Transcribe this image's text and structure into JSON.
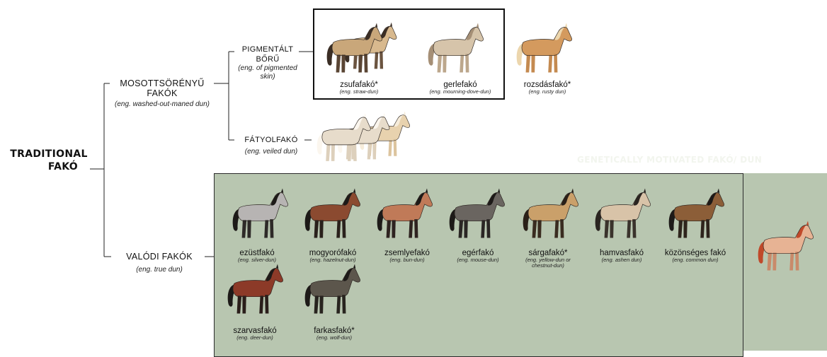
{
  "root": {
    "line1": "TRADITIONAL",
    "line2": "FAKÓ"
  },
  "washed": {
    "line1": "MOSOTTSÖRÉNYŰ",
    "line2": "FAKÓK",
    "sub": "(eng. washed-out-maned dun)"
  },
  "pigmented": {
    "line1": "PIGMENTÁLT",
    "line2": "BŐRŰ",
    "sub": "(eng. of pigmented skin)"
  },
  "veiled": {
    "label": "FÁTYOLFAKÓ",
    "sub": "(eng. veiled dun)"
  },
  "true_dun": {
    "label": "VALÓDI FAKÓK",
    "sub": "(eng. true dun)"
  },
  "genetic_title": "GENETICALLY MOTIVATED FAKÓ/ DUN",
  "pigmented_horses": [
    {
      "name": "zsufafakó*",
      "eng": "(eng. straw-dun)"
    },
    {
      "name": "gerlefakó",
      "eng": "(eng. mourning-dove-dun)"
    },
    {
      "name": "rozsdásfakó*",
      "eng": "(eng. rusty dun)"
    }
  ],
  "true_row1": [
    {
      "name": "ezüstfakó",
      "eng": "(eng. silver-dun)"
    },
    {
      "name": "mogyorófakó",
      "eng": "(eng. hazelnut-dun)"
    },
    {
      "name": "zsemlyefakó",
      "eng": "(eng. bun-dun)"
    },
    {
      "name": "egérfakó",
      "eng": "(eng. mouse-dun)"
    },
    {
      "name": "sárgafakó*",
      "eng": "(eng. yellow-dun or chestnut-dun)"
    },
    {
      "name": "hamvasfakó",
      "eng": "(eng. ashen dun)"
    },
    {
      "name": "közönséges fakó",
      "eng": "(eng. common dun)"
    }
  ],
  "true_row2": [
    {
      "name": "szarvasfakó",
      "eng": "(eng. deer-dun)"
    },
    {
      "name": "farkasfakó*",
      "eng": "(eng. wolf-dun)"
    }
  ],
  "colors": {
    "panel_green": "#b8c6b0",
    "straw_body": "#c9a77a",
    "straw_mane": "#3b2e25",
    "dove_body": "#d6c4aa",
    "dove_mane": "#a58f76",
    "rusty_body": "#d49a5e",
    "rusty_mane": "#e7cfa4",
    "veil_body": "#e7dccb",
    "veil_mane": "#fbf6ee",
    "silver_body": "#b7b4b3",
    "hazel_body": "#8b4a30",
    "bun_body": "#c07a58",
    "mouse_body": "#6a6560",
    "yellow_body": "#caa06a",
    "ashen_body": "#d8c3a8",
    "common_body": "#8c5e38",
    "deer_body": "#8c3a28",
    "wolf_body": "#5c564c",
    "red_body": "#e7b394",
    "red_mane": "#c0492a",
    "dark_mane": "#1d1a18"
  }
}
